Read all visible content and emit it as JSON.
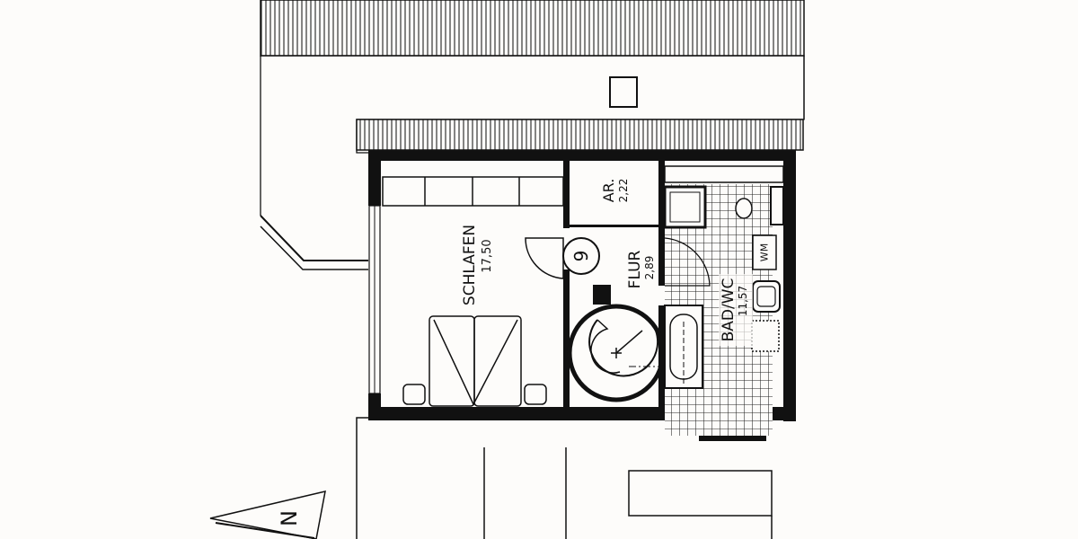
{
  "plan": {
    "rooms": [
      {
        "id": "schlafen",
        "name": "SCHLAFEN",
        "area": "17,50 m²",
        "area_label": "17,50"
      },
      {
        "id": "ar",
        "name": "AR.",
        "area": "2,22 m²",
        "area_label": "2,22"
      },
      {
        "id": "flur",
        "name": "FLUR",
        "area": "2,89 m²",
        "area_label": "2,89"
      },
      {
        "id": "bad",
        "name": "BAD/WC",
        "area": "11,57 m²",
        "area_label": "11,57"
      }
    ],
    "stair_number": "9",
    "washing_machine_label": "WM",
    "north_arrow_label": "N"
  },
  "colors": {
    "ink": "#111111",
    "paper": "#fdfcfa"
  }
}
